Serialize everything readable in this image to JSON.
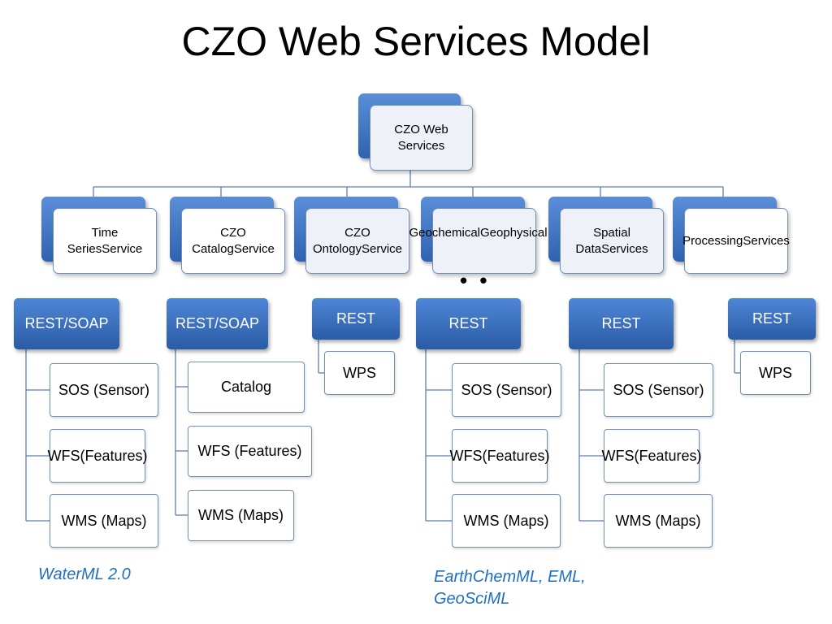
{
  "title": "CZO Web Services Model",
  "root": {
    "line1": "CZO Web",
    "line2": "Services"
  },
  "services": [
    {
      "line1": "Time Series",
      "line2": "Service"
    },
    {
      "line1": "CZO Catalog",
      "line2": "Service"
    },
    {
      "line1": "CZO Ontology",
      "line2": "Service"
    },
    {
      "line1": "Geochemical",
      "line2": "Geophysical…"
    },
    {
      "line1": "Spatial Data",
      "line2": "Services"
    },
    {
      "line1": "Processing",
      "line2": "Services"
    }
  ],
  "ellipsis": "• • •",
  "protocols": [
    "REST/SOAP",
    "REST/SOAP",
    "REST",
    "REST",
    "REST",
    "REST"
  ],
  "standards": {
    "col1": [
      {
        "line1": "SOS (Sensor)",
        "line2": ""
      },
      {
        "line1": "WFS",
        "line2": "(Features)"
      },
      {
        "line1": "WMS (Maps)",
        "line2": ""
      }
    ],
    "col2": [
      {
        "line1": "Catalog",
        "line2": ""
      },
      {
        "line1": "WFS (Features)",
        "line2": ""
      },
      {
        "line1": "WMS (Maps)",
        "line2": ""
      }
    ],
    "col3": [
      {
        "line1": "WPS",
        "line2": ""
      }
    ],
    "col4": [
      {
        "line1": "SOS (Sensor)",
        "line2": ""
      },
      {
        "line1": "WFS",
        "line2": "(Features)"
      },
      {
        "line1": "WMS (Maps)",
        "line2": ""
      }
    ],
    "col5": [
      {
        "line1": "SOS (Sensor)",
        "line2": ""
      },
      {
        "line1": "WFS",
        "line2": "(Features)"
      },
      {
        "line1": "WMS (Maps)",
        "line2": ""
      }
    ],
    "col6": [
      {
        "line1": "WPS",
        "line2": ""
      }
    ]
  },
  "notes": {
    "left": "WaterML 2.0",
    "right_line1": "EarthChemML, EML,",
    "right_line2": "GeoSciML"
  }
}
